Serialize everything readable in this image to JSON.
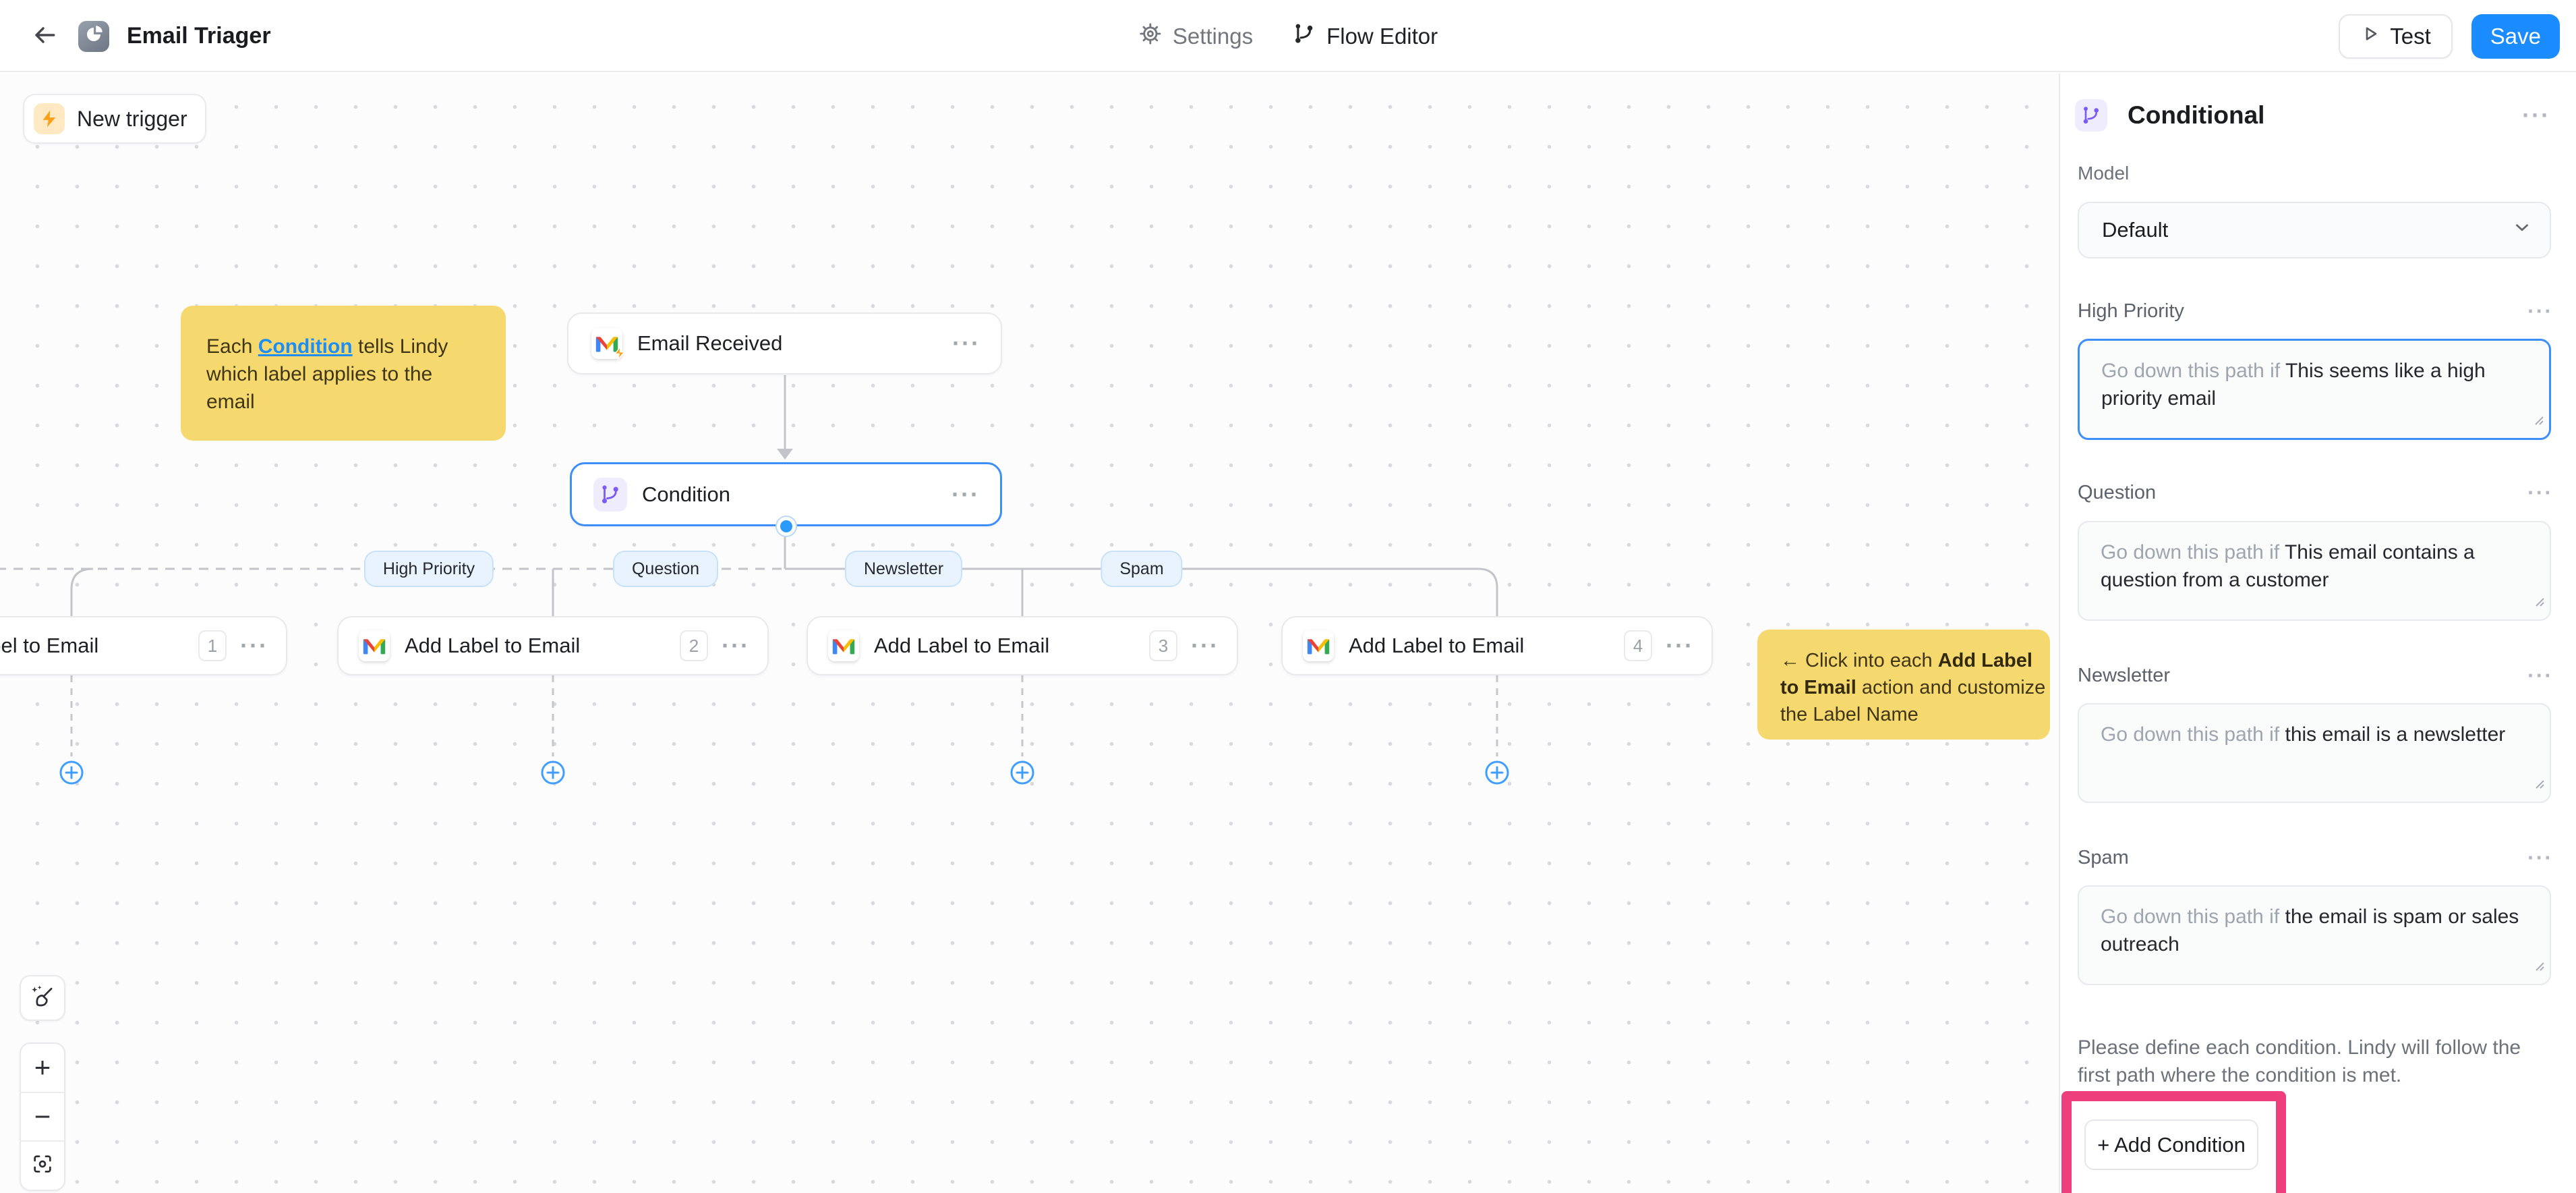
{
  "header": {
    "title": "Email Triager",
    "nav": [
      {
        "label": "Settings"
      },
      {
        "label": "Flow Editor"
      }
    ],
    "test_label": "Test",
    "save_label": "Save"
  },
  "canvas": {
    "new_trigger_label": "New trigger",
    "note_condition": {
      "pre": "Each ",
      "link": "Condition",
      "post": " tells Lindy which label applies to the email"
    },
    "note_labels": {
      "arrow": "←",
      "pre": " Click into each ",
      "bold": "Add Label to Email",
      "post": " action and customize the Label Name"
    },
    "trigger": {
      "title": "Email Received"
    },
    "condition": {
      "title": "Condition"
    },
    "actions": [
      {
        "title": "Add Label to Email",
        "index": "1"
      },
      {
        "title": "Add Label to Email",
        "index": "2"
      },
      {
        "title": "Add Label to Email",
        "index": "3"
      },
      {
        "title": "Add Label to Email",
        "index": "4"
      }
    ],
    "branches": [
      "High Priority",
      "Question",
      "Newsletter",
      "Spam"
    ]
  },
  "panel": {
    "title": "Conditional",
    "model_label": "Model",
    "model_value": "Default",
    "conditions": [
      {
        "label": "High Priority",
        "placeholder": "Go down this path if ",
        "value": "This seems like a high priority email",
        "focused": true
      },
      {
        "label": "Question",
        "placeholder": "Go down this path if ",
        "value": "This email contains a question from a customer",
        "focused": false
      },
      {
        "label": "Newsletter",
        "placeholder": "Go down this path if ",
        "value": "this email is a newsletter",
        "focused": false
      },
      {
        "label": "Spam",
        "placeholder": "Go down this path if ",
        "value": "the email is spam or sales outreach",
        "focused": false
      }
    ],
    "helper": "Please define each condition. Lindy will follow the first path where the condition is met.",
    "add_condition_label": "+ Add Condition"
  },
  "glyphs": {
    "more": "···",
    "zoom_in": "+",
    "zoom_out": "−"
  },
  "icons": {
    "back": "arrow-left",
    "app": "pie-chart",
    "settings": "gear",
    "flow_editor": "git-branch",
    "test": "play",
    "new_trigger": "lightning",
    "trigger_node": "gmail-with-lightning",
    "condition_node": "git-branch",
    "action_node": "gmail",
    "more": "ellipsis",
    "model_dropdown": "chevron-down",
    "add_step": "plus-circle",
    "cleanup": "broom-sparkles",
    "zoom_in": "plus",
    "zoom_out": "minus",
    "fit_view": "focus-frame",
    "textarea_corner": "resize-handle",
    "note_pointer": "arrow-left"
  },
  "colors": {
    "accent_blue": "#3D8EF8",
    "save_blue": "#1A8CFF",
    "highlight_pink": "#EE3E7C",
    "note_yellow": "#F5D96F",
    "link_blue": "#1D8EF8",
    "badge_blue_bg": "#E9F3FD",
    "connector_gray": "#C3C4C9",
    "condition_purple": "#7B5BF5",
    "bolt_orange": "#F9A11B"
  }
}
